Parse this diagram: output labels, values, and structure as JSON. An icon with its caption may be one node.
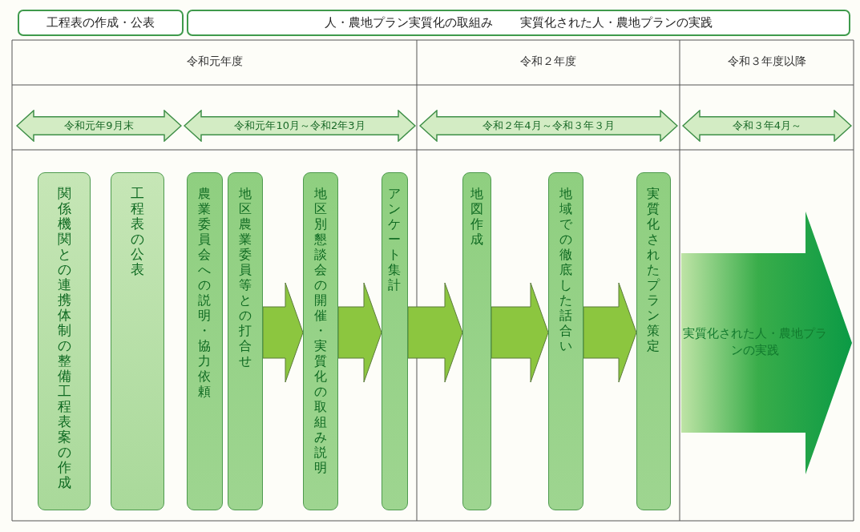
{
  "diagram": {
    "nodes": [
      {
        "text": [
          "工程表の作成・公表"
        ]
      },
      {
        "text": [
          "人・農地プラン実質化の取組み",
          "実質化された人・農地プランの実践"
        ]
      },
      {
        "text": [
          "令和元年9月末"
        ]
      },
      {
        "text": [
          "令和元年10月～令和2年3月"
        ]
      },
      {
        "text": [
          "令和２年4月～令和３年３月"
        ]
      },
      {
        "text": [
          "令和３年4月～"
        ]
      },
      {
        "text": [
          "関係機関との連携体制の整備工程表案の作成"
        ]
      },
      {
        "text": [
          "工程表の公表"
        ]
      },
      {
        "text": [
          "農業委員会への説明・協力依頼"
        ]
      },
      {
        "text": [
          "地区農業委員等との打合せ"
        ]
      },
      {
        "text": [
          "地区別懇談会の開催・実質化の取組み説明"
        ]
      },
      {
        "text": [
          "アンケート集計"
        ]
      },
      {
        "text": [
          "地図作成"
        ]
      },
      {
        "text": [
          "地域での徹底した話合い"
        ]
      },
      {
        "text": [
          "実質化されたプラン策定"
        ]
      },
      {
        "text": [
          "実質化された人・農地プランの実践"
        ]
      }
    ],
    "edges": [
      {
        "from": 9,
        "to": 10,
        "arrow": "to"
      },
      {
        "from": 10,
        "to": 11,
        "arrow": "to"
      },
      {
        "from": 11,
        "to": 12,
        "arrow": "to"
      },
      {
        "from": 12,
        "to": 13,
        "arrow": "to"
      },
      {
        "from": 13,
        "to": 14,
        "arrow": "to"
      }
    ],
    "labels": [
      "令和元年度",
      "令和２年度",
      "令和３年度以降"
    ]
  }
}
